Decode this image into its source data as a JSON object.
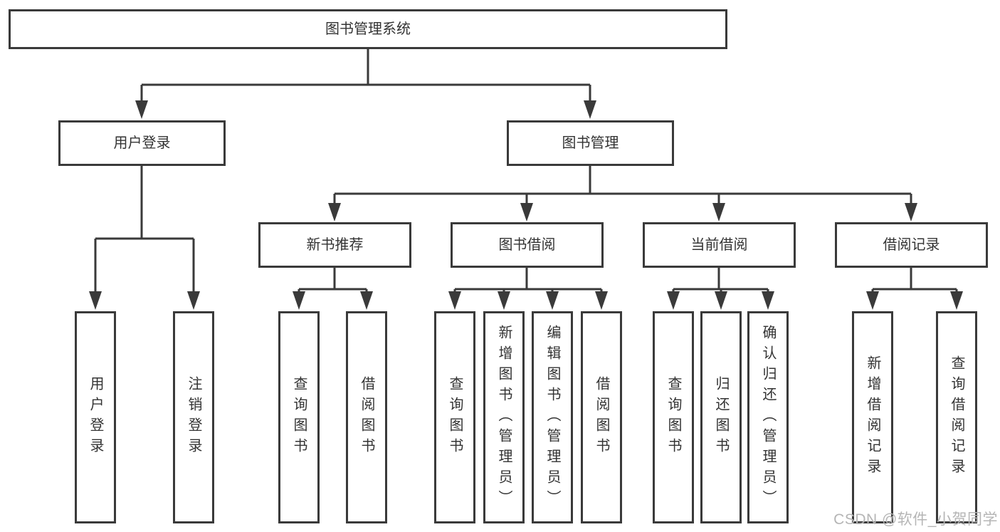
{
  "colors": {
    "line": "#3a3a3a",
    "text": "#333333",
    "watermark": "#b5b5b5",
    "background": "#ffffff"
  },
  "watermark": {
    "text": "CSDN @软件_小贺同学"
  },
  "tree": {
    "label": "图书管理系统",
    "children": [
      {
        "label": "用户登录",
        "children": [
          {
            "label": "用户登录"
          },
          {
            "label": "注销登录"
          }
        ]
      },
      {
        "label": "图书管理",
        "children": [
          {
            "label": "新书推荐",
            "children": [
              {
                "label": "查询图书"
              },
              {
                "label": "借阅图书"
              }
            ]
          },
          {
            "label": "图书借阅",
            "children": [
              {
                "label": "查询图书"
              },
              {
                "label": "新增图书（管理员）"
              },
              {
                "label": "编辑图书（管理员）"
              },
              {
                "label": "借阅图书"
              }
            ]
          },
          {
            "label": "当前借阅",
            "children": [
              {
                "label": "查询图书"
              },
              {
                "label": "归还图书"
              },
              {
                "label": "确认归还（管理员）"
              }
            ]
          },
          {
            "label": "借阅记录",
            "children": [
              {
                "label": "新增借阅记录"
              },
              {
                "label": "查询借阅记录"
              }
            ]
          }
        ]
      }
    ]
  }
}
